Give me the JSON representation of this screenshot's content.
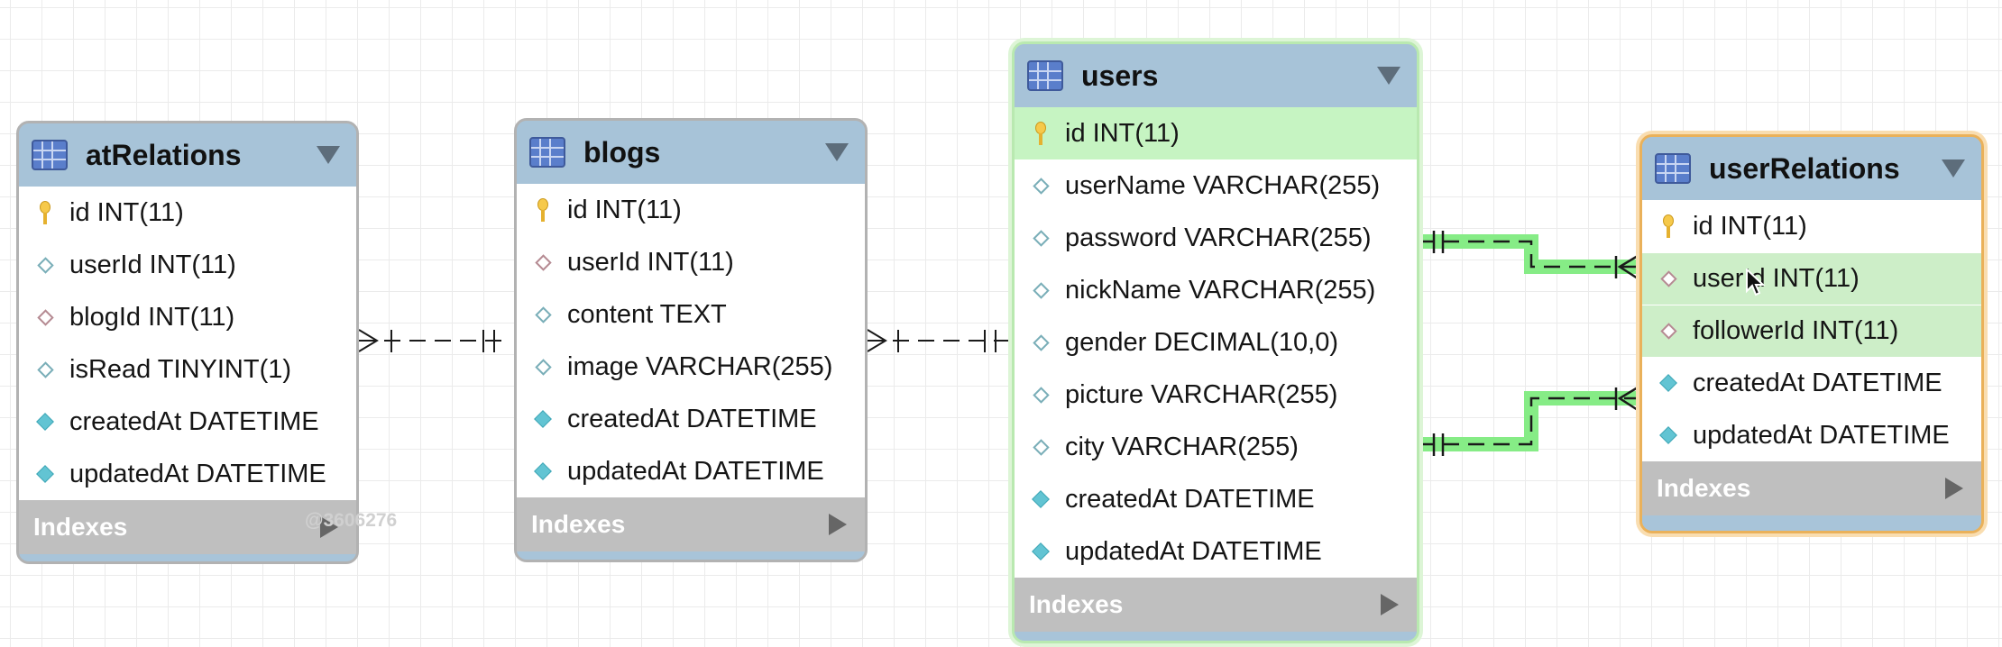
{
  "tables": {
    "atRelations": {
      "name": "atRelations",
      "columns": [
        {
          "text": "id INT(11)",
          "icon": "key"
        },
        {
          "text": "userId INT(11)",
          "icon": "open"
        },
        {
          "text": "blogId INT(11)",
          "icon": "fk"
        },
        {
          "text": "isRead TINYINT(1)",
          "icon": "open"
        },
        {
          "text": "createdAt DATETIME",
          "icon": "fill"
        },
        {
          "text": "updatedAt DATETIME",
          "icon": "fill"
        }
      ],
      "indexes_label": "Indexes"
    },
    "blogs": {
      "name": "blogs",
      "columns": [
        {
          "text": "id INT(11)",
          "icon": "key"
        },
        {
          "text": "userId INT(11)",
          "icon": "fk"
        },
        {
          "text": "content TEXT",
          "icon": "open"
        },
        {
          "text": "image VARCHAR(255)",
          "icon": "open"
        },
        {
          "text": "createdAt DATETIME",
          "icon": "fill"
        },
        {
          "text": "updatedAt DATETIME",
          "icon": "fill"
        }
      ],
      "indexes_label": "Indexes"
    },
    "users": {
      "name": "users",
      "columns": [
        {
          "text": "id INT(11)",
          "icon": "key"
        },
        {
          "text": "userName VARCHAR(255)",
          "icon": "open"
        },
        {
          "text": "password VARCHAR(255)",
          "icon": "open"
        },
        {
          "text": "nickName VARCHAR(255)",
          "icon": "open"
        },
        {
          "text": "gender DECIMAL(10,0)",
          "icon": "open"
        },
        {
          "text": "picture VARCHAR(255)",
          "icon": "open"
        },
        {
          "text": "city VARCHAR(255)",
          "icon": "open"
        },
        {
          "text": "createdAt DATETIME",
          "icon": "fill"
        },
        {
          "text": "updatedAt DATETIME",
          "icon": "fill"
        }
      ],
      "indexes_label": "Indexes"
    },
    "userRelations": {
      "name": "userRelations",
      "columns": [
        {
          "text": "id INT(11)",
          "icon": "key"
        },
        {
          "text": "userId INT(11)",
          "icon": "fk"
        },
        {
          "text": "followerId INT(11)",
          "icon": "fk"
        },
        {
          "text": "createdAt DATETIME",
          "icon": "fill"
        },
        {
          "text": "updatedAt DATETIME",
          "icon": "fill"
        }
      ],
      "indexes_label": "Indexes"
    }
  },
  "watermark": "@3606276",
  "colors": {
    "header": "#a7c3d8",
    "selection_green": "#b9e9b0",
    "selection_orange": "#eab15a",
    "row_highlight": "#c6f4c2",
    "indexes_bar": "#bfbfbf",
    "relationship_highlight": "#7be57b"
  }
}
